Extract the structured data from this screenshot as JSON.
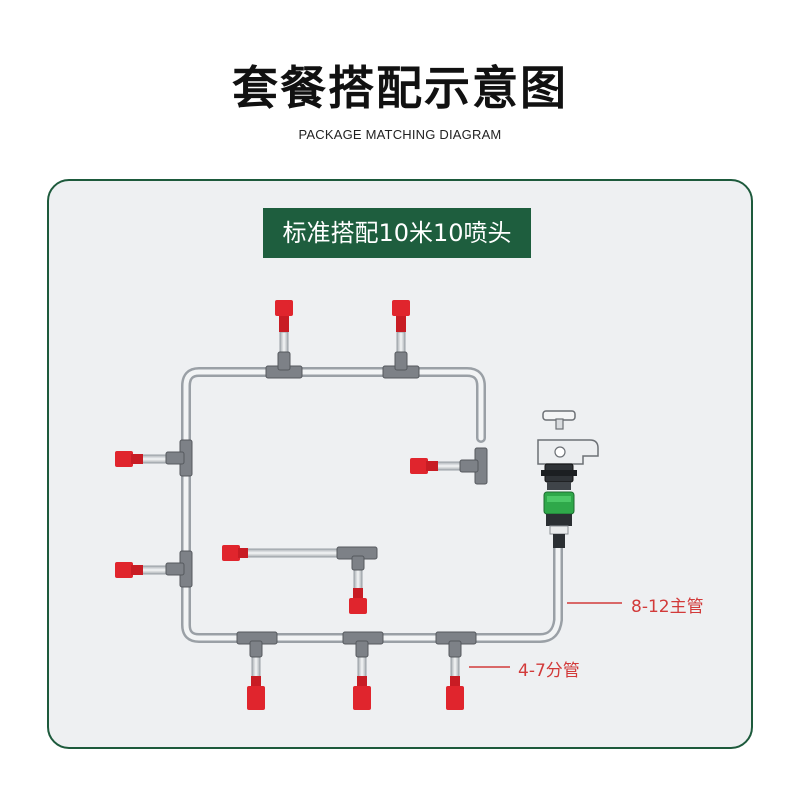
{
  "header": {
    "title": "套餐搭配示意图",
    "subtitle": "PACKAGE MATCHING DIAGRAM"
  },
  "panel": {
    "banner": "标准搭配10米10喷头",
    "main_pipe_label": "8-12主管",
    "branch_pipe_label": "4-7分管"
  },
  "colors": {
    "brand_green": "#1e5e3e",
    "panel_border": "#1d5a3c",
    "nozzle_red": "#e0252d",
    "connector_green": "#2fa84a",
    "label_red": "#d23a3a"
  }
}
